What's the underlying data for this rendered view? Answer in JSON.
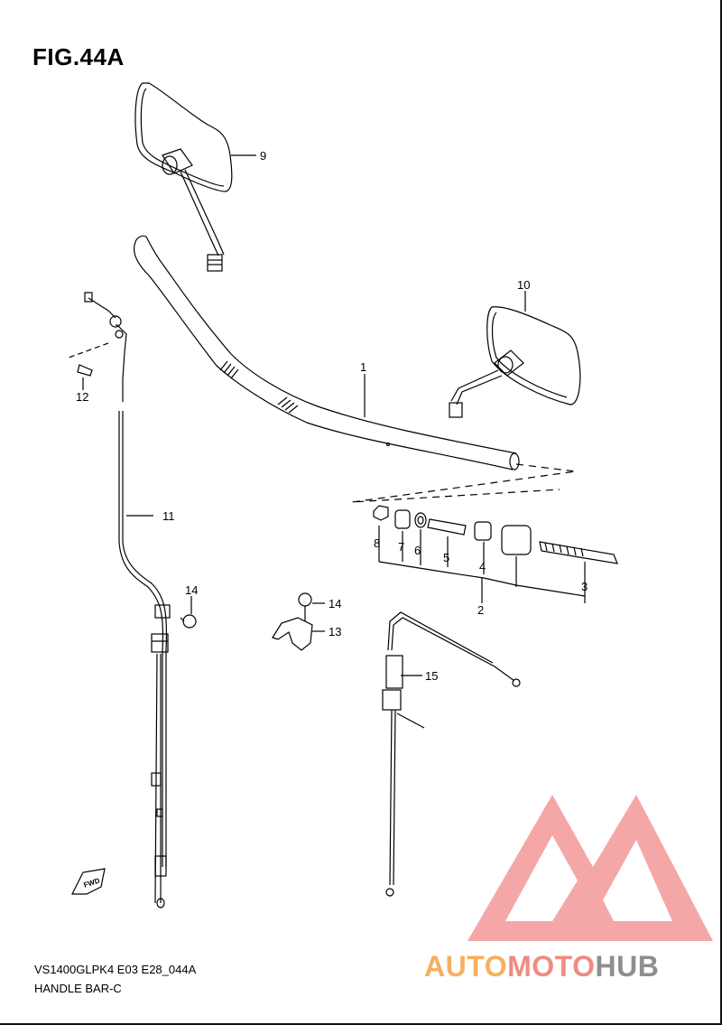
{
  "figure": {
    "title": "FIG.44A",
    "model_code": "VS1400GLPK4 E03 E28_044A",
    "name": "HANDLE BAR-C",
    "fwd_label": "FWD"
  },
  "parts": [
    {
      "ref": "1",
      "label": "1"
    },
    {
      "ref": "2",
      "label": "2"
    },
    {
      "ref": "3",
      "label": "3"
    },
    {
      "ref": "4",
      "label": "4"
    },
    {
      "ref": "5",
      "label": "5"
    },
    {
      "ref": "6",
      "label": "6"
    },
    {
      "ref": "7",
      "label": "7"
    },
    {
      "ref": "8",
      "label": "8"
    },
    {
      "ref": "9",
      "label": "9"
    },
    {
      "ref": "10",
      "label": "10"
    },
    {
      "ref": "11",
      "label": "11"
    },
    {
      "ref": "12",
      "label": "12"
    },
    {
      "ref": "13",
      "label": "13"
    },
    {
      "ref": "14a",
      "label": "14"
    },
    {
      "ref": "14b",
      "label": "14"
    },
    {
      "ref": "15",
      "label": "15"
    }
  ],
  "watermark": {
    "word_a": "AUTO",
    "word_b": "MOTO",
    "word_c": "HUB",
    "logo_color": "#f08080"
  }
}
